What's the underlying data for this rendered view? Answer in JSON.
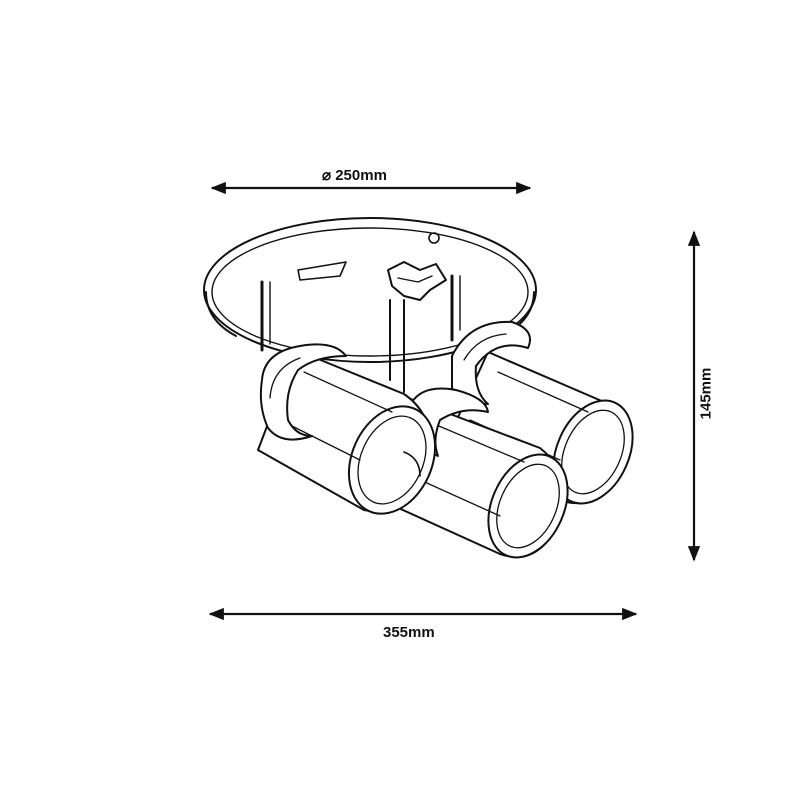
{
  "dimensions": {
    "diameter_symbol": "⌀",
    "diameter": "250mm",
    "width": "355mm",
    "height": "145mm"
  },
  "colors": {
    "ink": "#111111",
    "background": "#ffffff"
  }
}
